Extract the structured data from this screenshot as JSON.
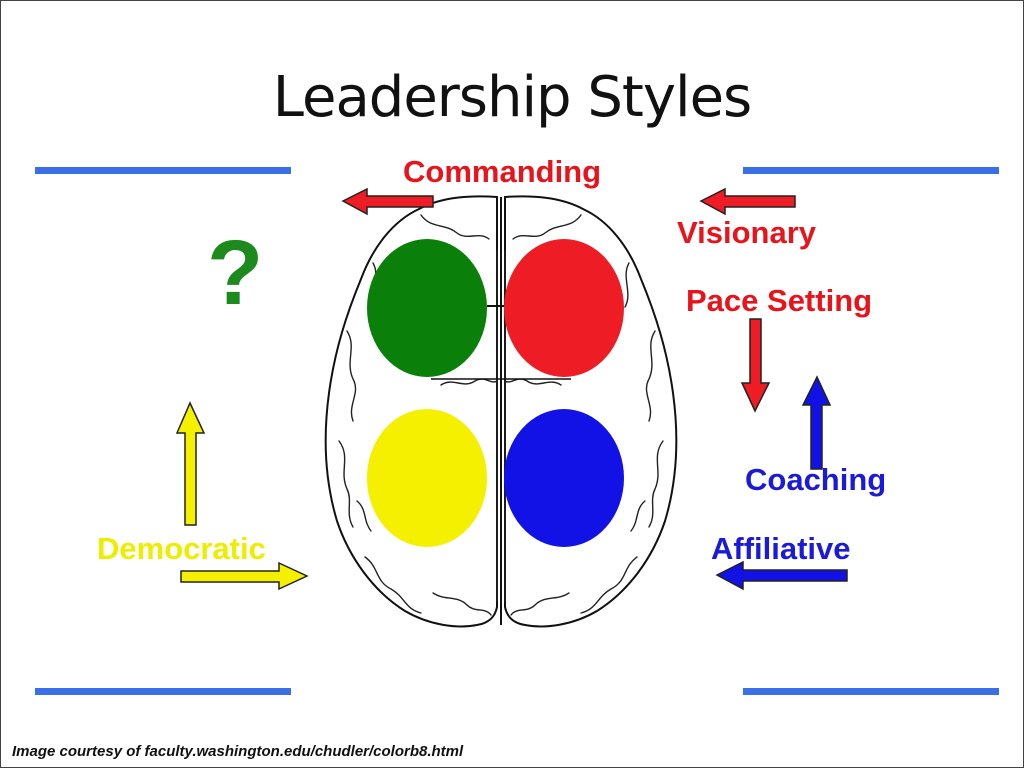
{
  "slide": {
    "title": "Leadership Styles",
    "credit": "Image courtesy of faculty.washington.edu/chudler/colorb8.html",
    "question_mark": "?"
  },
  "styles": {
    "commanding": "Commanding",
    "visionary": "Visionary",
    "pace_setting": "Pace Setting",
    "coaching": "Coaching",
    "affiliative": "Affiliative",
    "democratic": "Democratic"
  },
  "colors": {
    "rule": "#3b6fe8",
    "red": "#ee1c24",
    "green": "#0a7f0a",
    "yellow": "#f5ef00",
    "blue": "#1212e6",
    "label_red": "#e8131b",
    "label_blue": "#1a1ad8",
    "label_yellow": "#eded00",
    "label_green": "#1d8a1d"
  },
  "quadrants": [
    {
      "name": "top-left",
      "color": "green"
    },
    {
      "name": "top-right",
      "color": "red"
    },
    {
      "name": "bottom-left",
      "color": "yellow"
    },
    {
      "name": "bottom-right",
      "color": "blue"
    }
  ]
}
